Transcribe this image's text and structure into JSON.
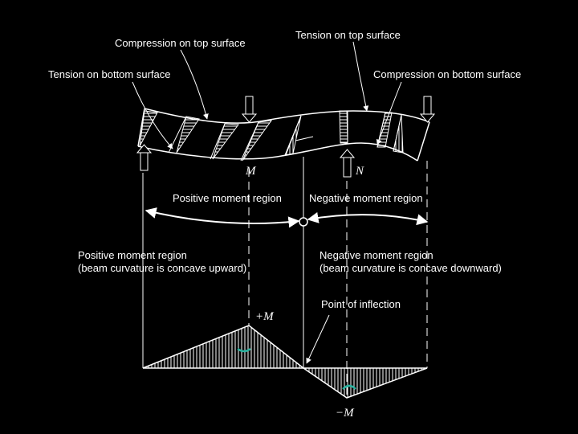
{
  "labels": {
    "compression_top": "Compression on top surface",
    "tension_top": "Tension on top surface",
    "tension_bottom": "Tension on bottom surface",
    "compression_bottom": "Compression on bottom surface",
    "point_M": "M",
    "point_N": "N",
    "positive_region_short": "Positive moment region",
    "negative_region_short": "Negative moment region",
    "positive_region_long_1": "Positive moment region",
    "positive_region_long_2": "(beam curvature is concave upward)",
    "negative_region_long_1": "Negative moment region",
    "negative_region_long_2": "(beam curvature is concave downward)",
    "inflection": "Point of inflection",
    "plus_M": "+M",
    "minus_M": "−M"
  },
  "colors": {
    "background": "#000000",
    "ink": "#ffffff",
    "accent": "#2bb3a0"
  }
}
